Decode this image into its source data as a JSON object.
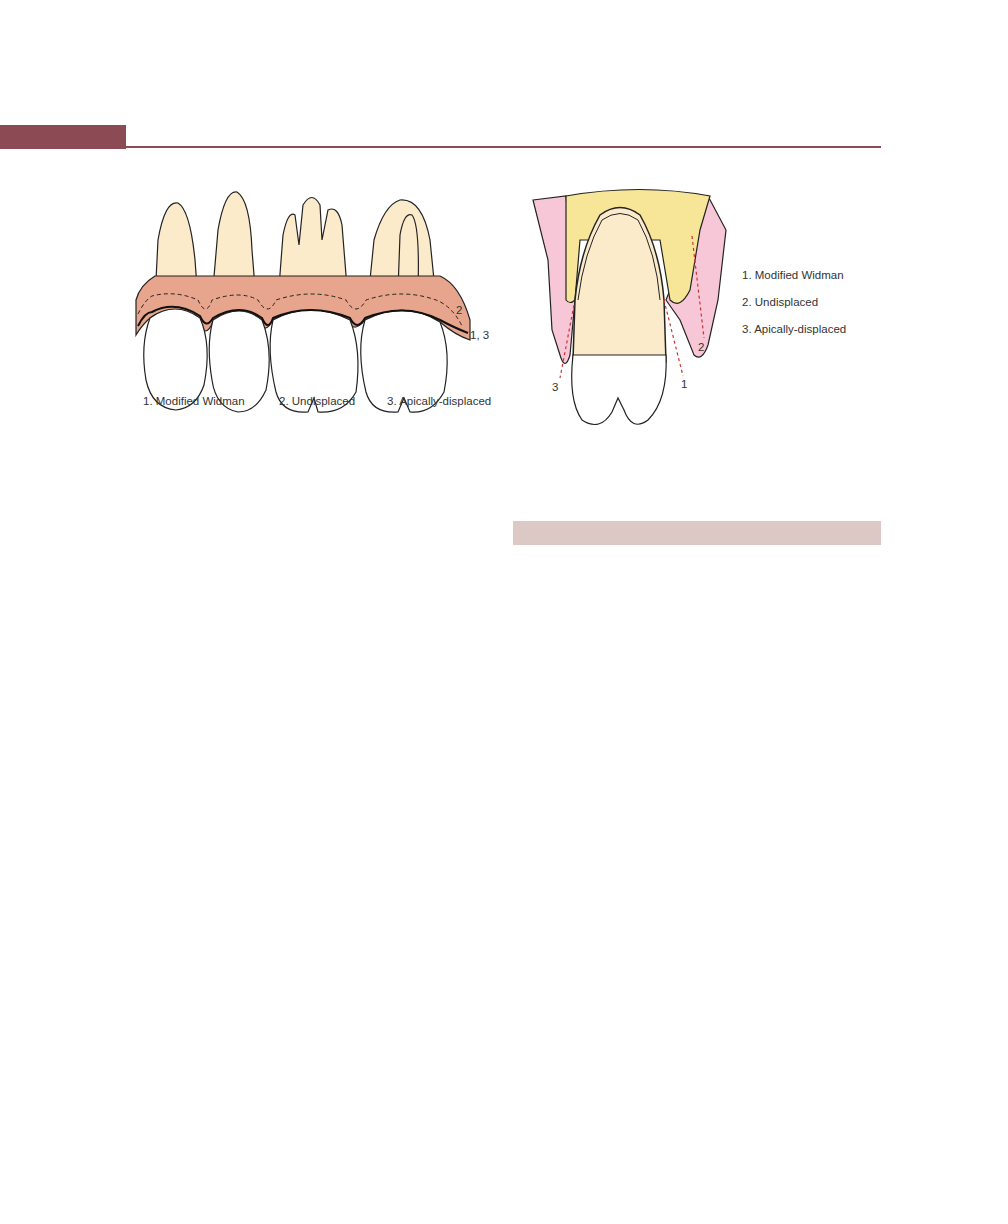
{
  "diagram": {
    "labels": [
      "2",
      "1, 3",
      "1. Modified Widman",
      "2. Undisplaced",
      "3. Apically-displaced",
      "3",
      "1",
      "2",
      "1. Modified Widman",
      "2. Undisplaced",
      "3. Apically-displaced"
    ]
  }
}
